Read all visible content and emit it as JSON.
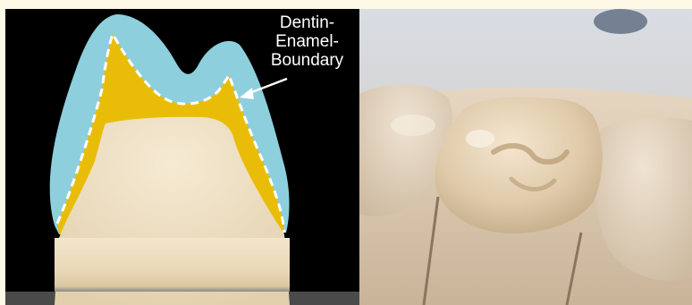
{
  "colors": {
    "page_background": "#fdf9e6",
    "left_background": "#000000",
    "enamel": "#8dcfdd",
    "dentin": "#e9bd07",
    "boundary_line": "#ffffff",
    "tooth_surface": "#e8d9bc",
    "plaster": "#d8c4a9"
  },
  "diagram": {
    "label_lines": [
      "Dentin-",
      "Enamel-",
      "Boundary"
    ],
    "arrow_icon": "arrow-pointer"
  }
}
